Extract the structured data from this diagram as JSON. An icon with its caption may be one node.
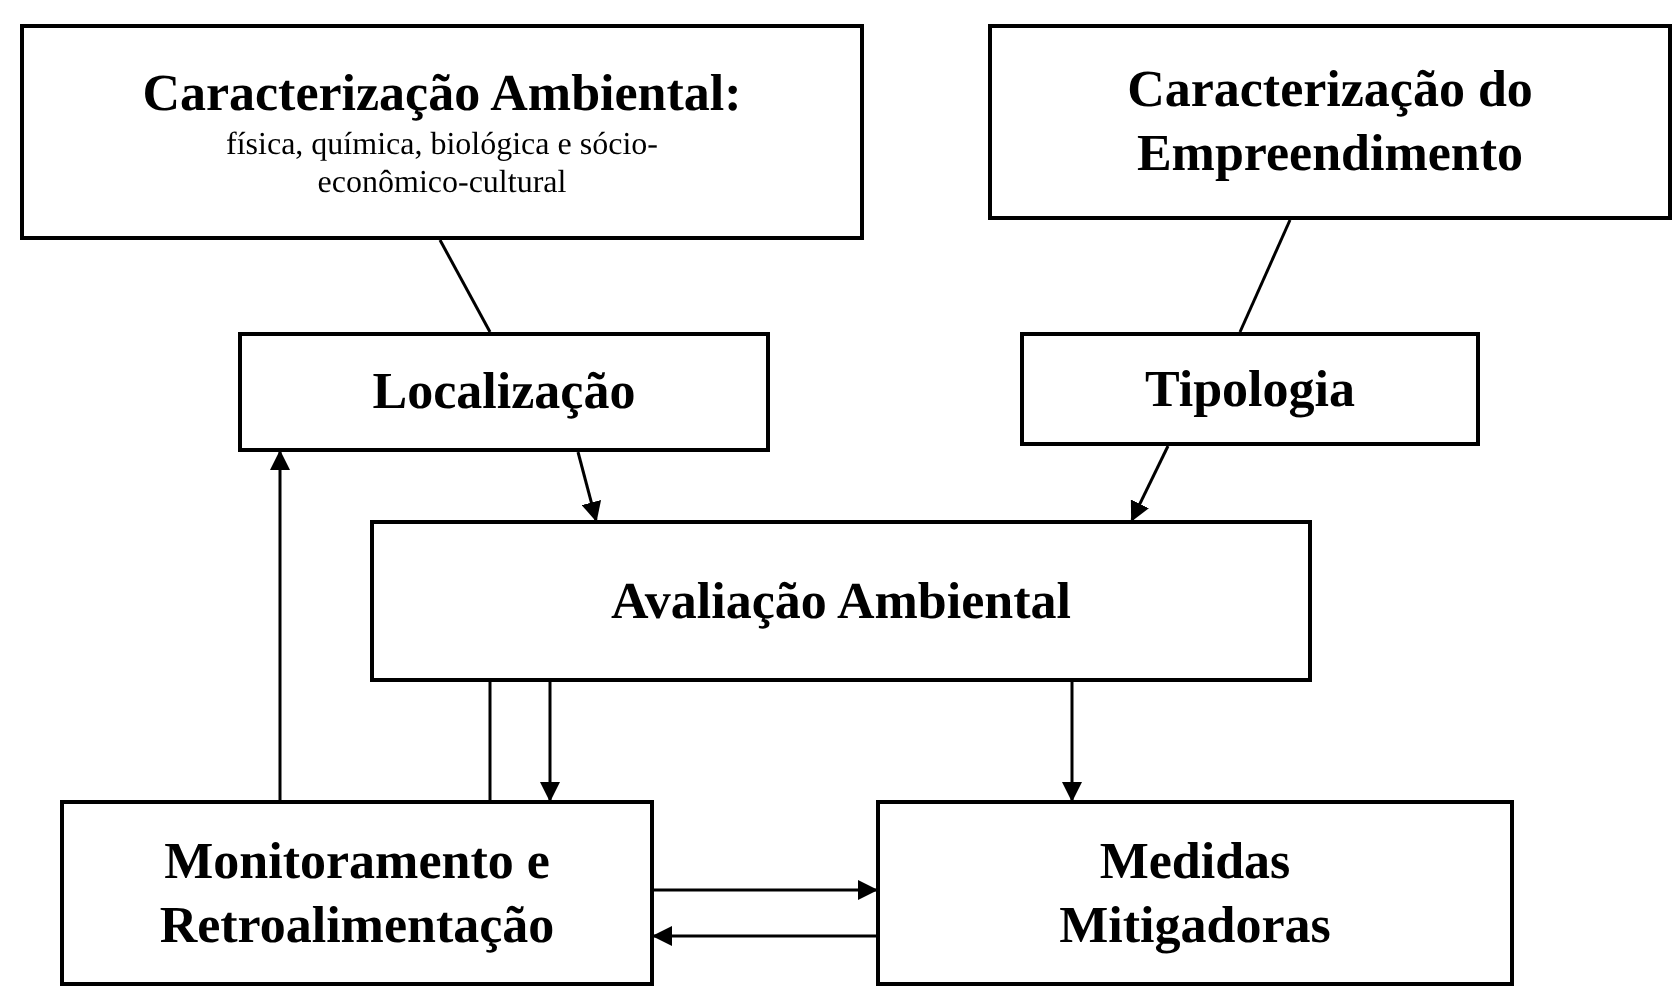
{
  "diagram": {
    "nodes": [
      {
        "text": [
          "Caracterização Ambiental:",
          "física, química, biológica e sócio-econômico-cultural"
        ]
      },
      {
        "text": [
          "Caracterização do Empreendimento"
        ]
      },
      {
        "text": [
          "Localização"
        ]
      },
      {
        "text": [
          "Tipologia"
        ]
      },
      {
        "text": [
          "Avaliação Ambiental"
        ]
      },
      {
        "text": [
          "Monitoramento e Retroalimentação"
        ]
      },
      {
        "text": [
          "Medidas Mitigadoras"
        ]
      }
    ],
    "edges": [
      {
        "from": 0,
        "to": 2,
        "arrow": "none"
      },
      {
        "from": 1,
        "to": 3,
        "arrow": "none"
      },
      {
        "from": 2,
        "to": 4,
        "arrow": "to"
      },
      {
        "from": 3,
        "to": 4,
        "arrow": "to"
      },
      {
        "from": 4,
        "to": 5,
        "arrow": "none"
      },
      {
        "from": 5,
        "to": 2,
        "arrow": "to"
      },
      {
        "from": 4,
        "to": 5,
        "arrow": "to"
      },
      {
        "from": 4,
        "to": 6,
        "arrow": "to"
      },
      {
        "from": 5,
        "to": 6,
        "arrow": "to"
      },
      {
        "from": 6,
        "to": 5,
        "arrow": "to"
      }
    ]
  }
}
